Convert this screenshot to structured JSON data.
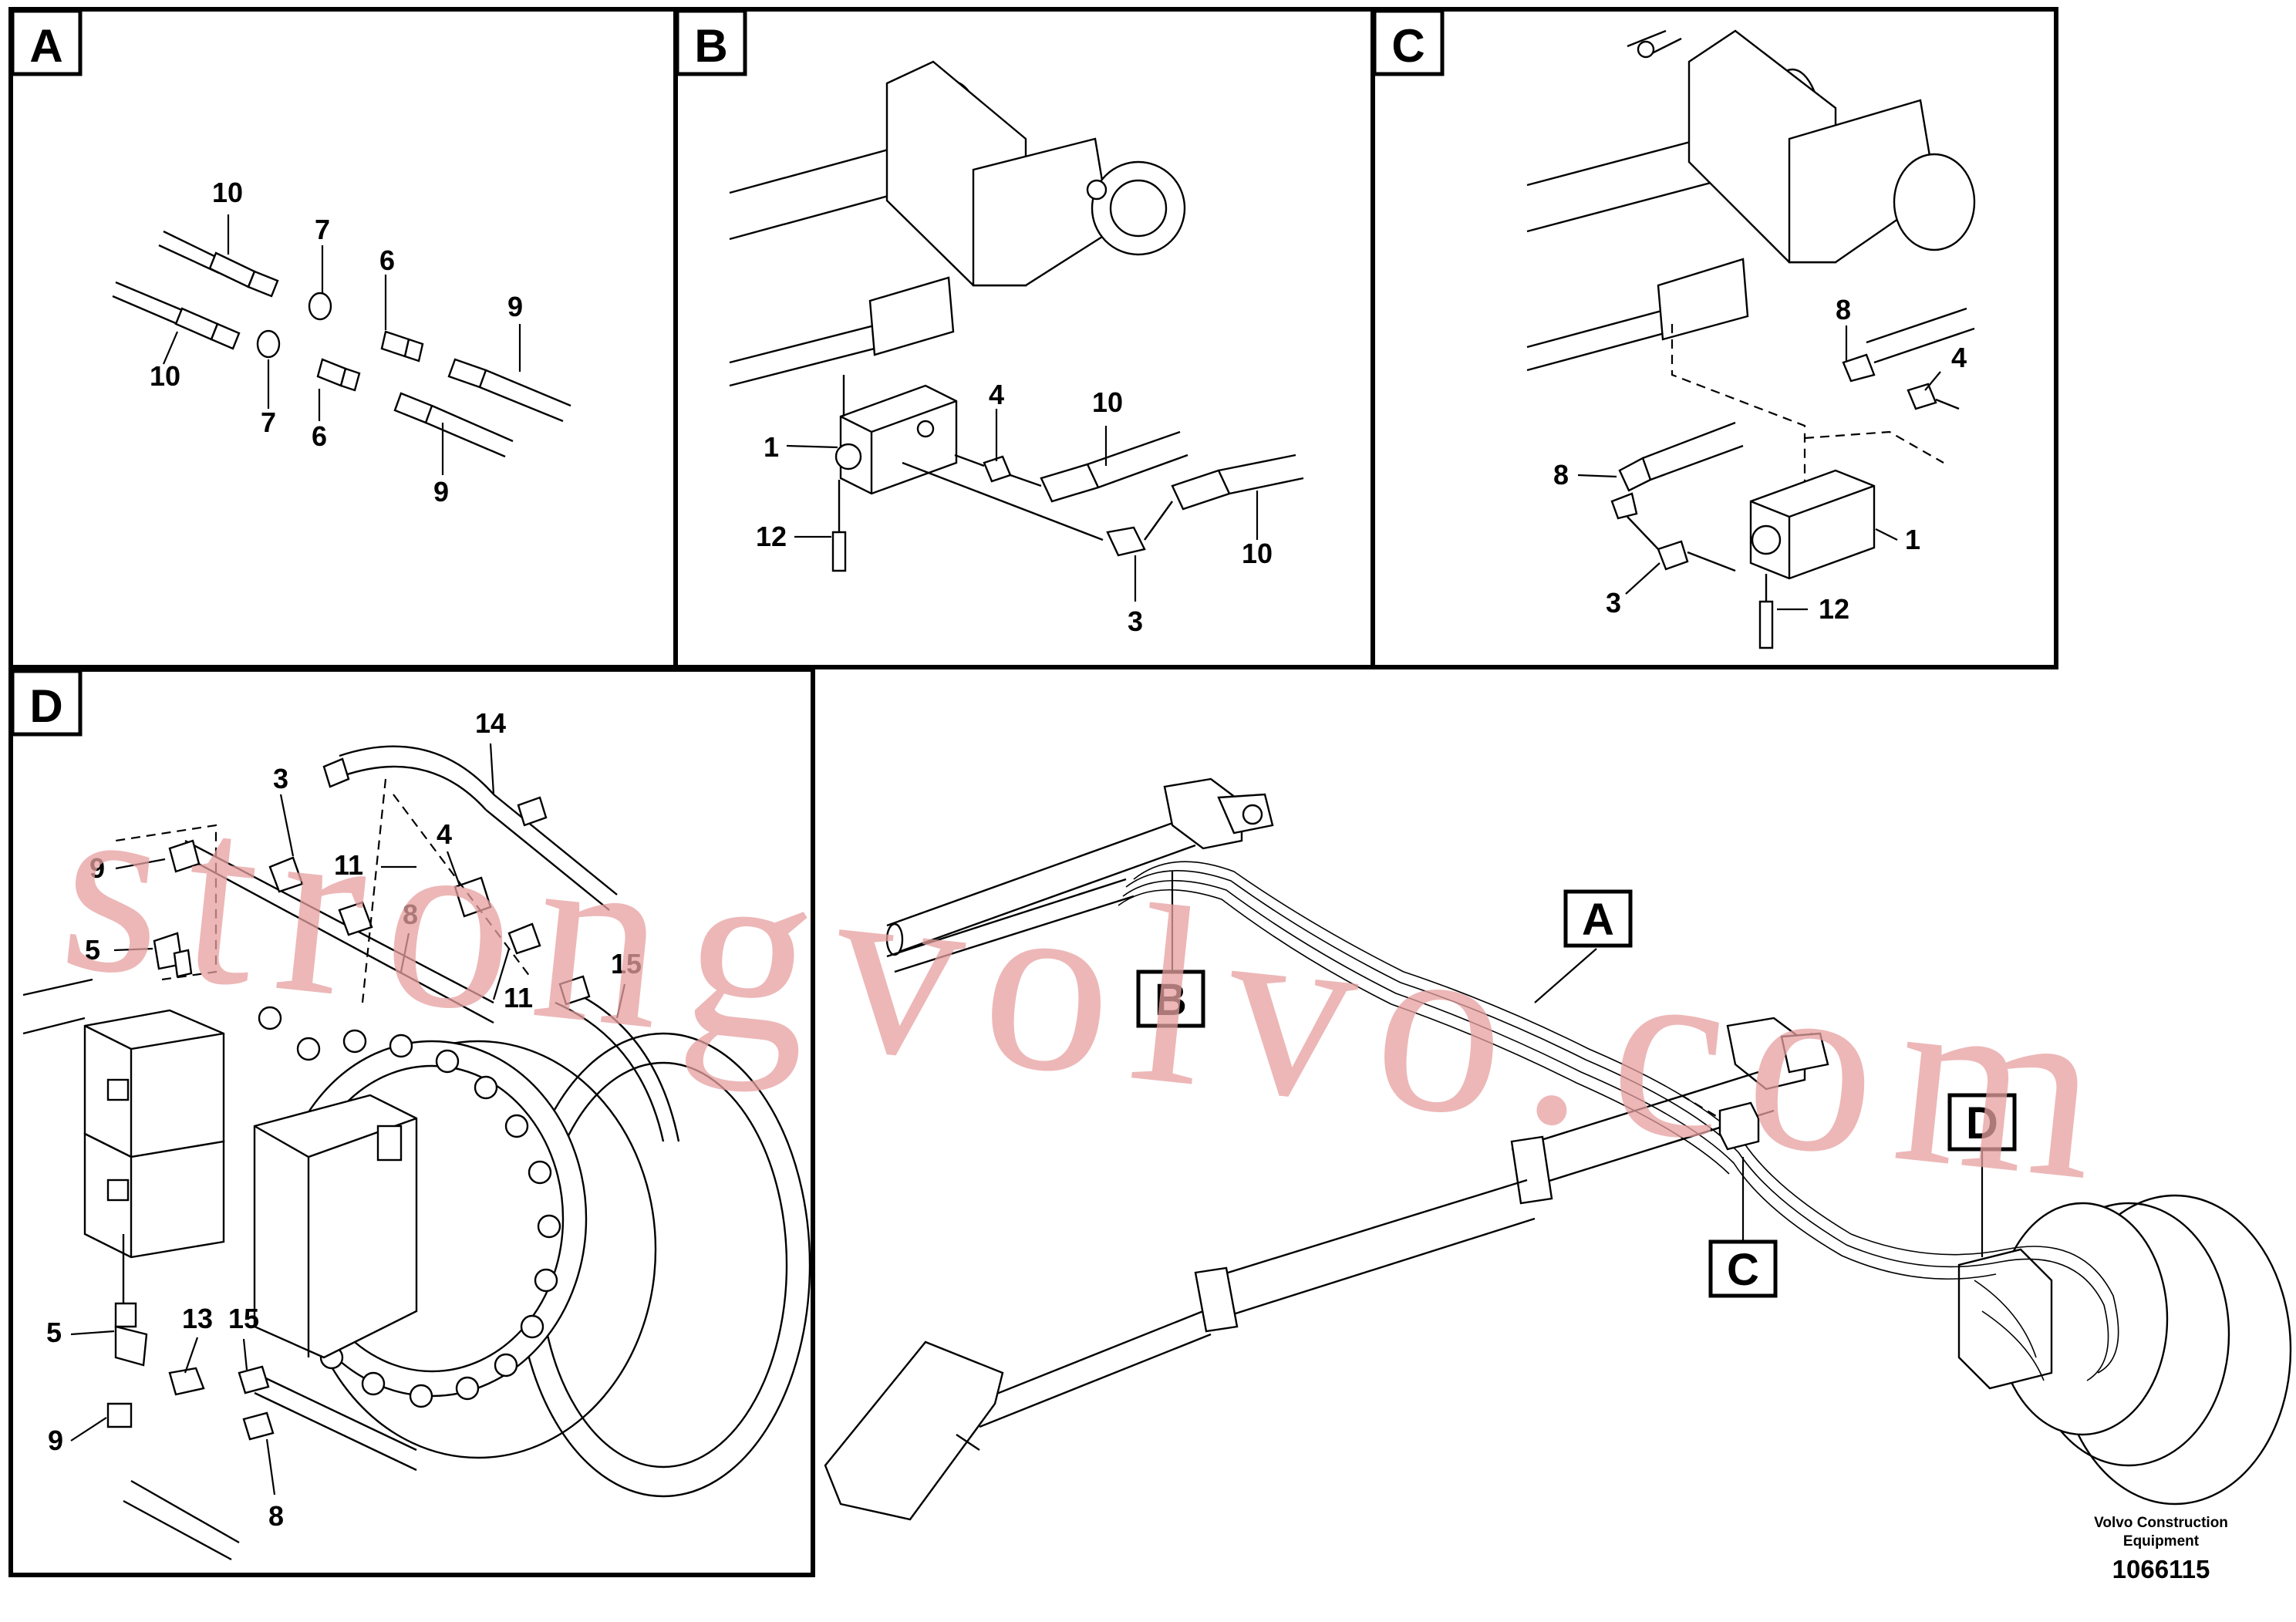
{
  "panels": {
    "a": {
      "tag": "A",
      "labels": [
        "10",
        "7",
        "6",
        "9",
        "10",
        "7",
        "6",
        "9"
      ]
    },
    "b": {
      "tag": "B",
      "labels": [
        "4",
        "10",
        "1",
        "12",
        "3",
        "10"
      ]
    },
    "c": {
      "tag": "C",
      "labels": [
        "8",
        "4",
        "8",
        "1",
        "3",
        "12"
      ]
    },
    "d": {
      "tag": "D",
      "labels": [
        "14",
        "3",
        "9",
        "11",
        "4",
        "8",
        "5",
        "15",
        "11",
        "5",
        "13",
        "15",
        "9",
        "8"
      ]
    }
  },
  "overview": {
    "callouts": {
      "a": "A",
      "b": "B",
      "c": "C",
      "d": "D"
    }
  },
  "footer": {
    "company_line1": "Volvo Construction",
    "company_line2": "Equipment",
    "drawing_number": "1066115"
  },
  "watermark": "strongvolvo.com"
}
